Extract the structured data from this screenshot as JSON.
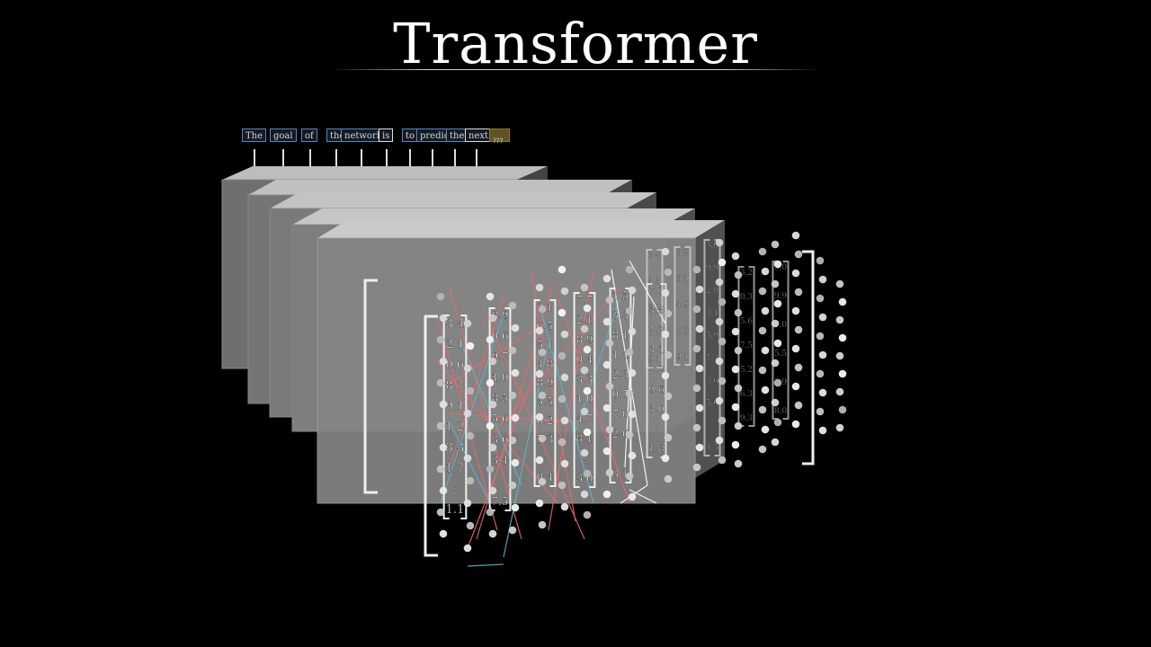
{
  "title": "Transformer",
  "tokens": [
    {
      "text": "The",
      "left": 0
    },
    {
      "text": "goal",
      "left": 0
    },
    {
      "text": "of",
      "left": 0
    },
    {
      "text": "the",
      "left": 0
    },
    {
      "text": "network",
      "left": 0
    },
    {
      "text": "is",
      "left": 0
    },
    {
      "text": "to",
      "left": 0
    },
    {
      "text": "predict",
      "left": 0
    },
    {
      "text": "the",
      "left": 0
    },
    {
      "text": "next",
      "left": 0
    }
  ],
  "unknown_label": "???",
  "colors": {
    "token_border": "#5b86b0",
    "target_token": "#5e5322",
    "link_red": "#e66a6a",
    "link_blue": "#5ab4c8",
    "layer_face": "#7a7a7a",
    "background": "#000000"
  },
  "columns": {
    "col1": [
      "3.4",
      "2.1",
      "0.6",
      "8.7",
      "9.1",
      "1.2",
      "3.3",
      "1.7",
      "⋮",
      "1.1"
    ],
    "col2": [
      "8.9",
      "0.6",
      "9.7",
      "1.0",
      "8.5",
      "5.6",
      "3.6",
      "3.4",
      "⋮",
      "7.5"
    ],
    "col3": [
      "3.1",
      "6.5",
      "5.1",
      "4.8",
      "8.9",
      "5.5",
      "6.2",
      "7.3",
      "⋮",
      "0.4"
    ],
    "col4": [
      "7.7",
      "2.1",
      "8.9",
      "0.4",
      "3.3",
      "1.0",
      "4.7",
      "8.1",
      "⋮",
      "3.0"
    ],
    "col5": [
      "1.5",
      "3.3",
      "8.1",
      "1.4",
      "2.3",
      "0.7",
      "7.0",
      "2.0",
      "⋮",
      "3.1"
    ],
    "col6": [
      "7.1",
      "3.5",
      "7.2",
      "3.1",
      "2.2",
      "9.6",
      "3.0",
      "⋮",
      "1.8"
    ],
    "back1": [
      "3.4",
      "4.5",
      "2.0",
      "0.7",
      "9.1"
    ],
    "back2": [
      "3.2",
      "3.1",
      "4.9",
      "7.3",
      "9.1"
    ],
    "back3": [
      "5.0",
      "9.9",
      "2.0",
      "3.1",
      "5.9",
      "7.3",
      "3.6",
      "5.6",
      "⋮",
      "4.5"
    ],
    "back4": [
      "3.2",
      "0.3",
      "5.6",
      "7.5",
      "5.2",
      "6.3",
      "9.3"
    ],
    "back5": [
      "5.0",
      "9.9",
      "7.0",
      "5.5",
      "3.9",
      "8.0"
    ]
  }
}
